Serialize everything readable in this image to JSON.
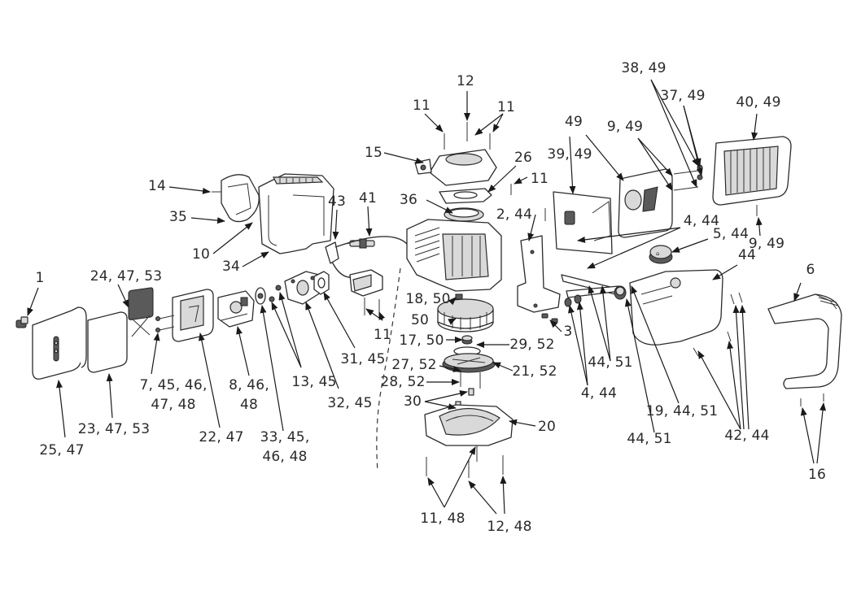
{
  "labels": {
    "l1": "1",
    "l2_44": "2, 44",
    "l3": "3",
    "l4_44_a": "4, 44",
    "l4_44_b": "4, 44",
    "l5_44": "5, 44",
    "l6": "6",
    "l7": "7, 45, 46,",
    "l7b": "47, 48",
    "l8": "8, 46,",
    "l8b": "48",
    "l9_49_a": "9, 49",
    "l9_49_b": "9, 49",
    "l10": "10",
    "l11_a": "11",
    "l11_b": "11",
    "l11_c": "11",
    "l11_d": "11",
    "l11_48": "11, 48",
    "l12": "12",
    "l12_48": "12, 48",
    "l13_45": "13, 45",
    "l14": "14",
    "l15": "15",
    "l16": "16",
    "l17_50": "17, 50",
    "l18_50": "18, 50",
    "l19": "19, 44, 51",
    "l20": "20",
    "l21_52": "21, 52",
    "l22_47": "22, 47",
    "l23": "23, 47, 53",
    "l24": "24, 47, 53",
    "l25_47": "25, 47",
    "l26": "26",
    "l27_52": "27, 52",
    "l28_52": "28, 52",
    "l29_52": "29, 52",
    "l30": "30",
    "l31_45": "31, 45",
    "l32_45": "32, 45",
    "l33": "33, 45,",
    "l33b": "46, 48",
    "l34": "34",
    "l35": "35",
    "l36": "36",
    "l37_49": "37, 49",
    "l38_49": "38, 49",
    "l39_49": "39, 49",
    "l40_49": "40, 49",
    "l41": "41",
    "l42_44": "42, 44",
    "l43": "43",
    "l44": "44",
    "l44_51_a": "44, 51",
    "l44_51_b": "44, 51",
    "l49": "49",
    "l50": "50"
  }
}
